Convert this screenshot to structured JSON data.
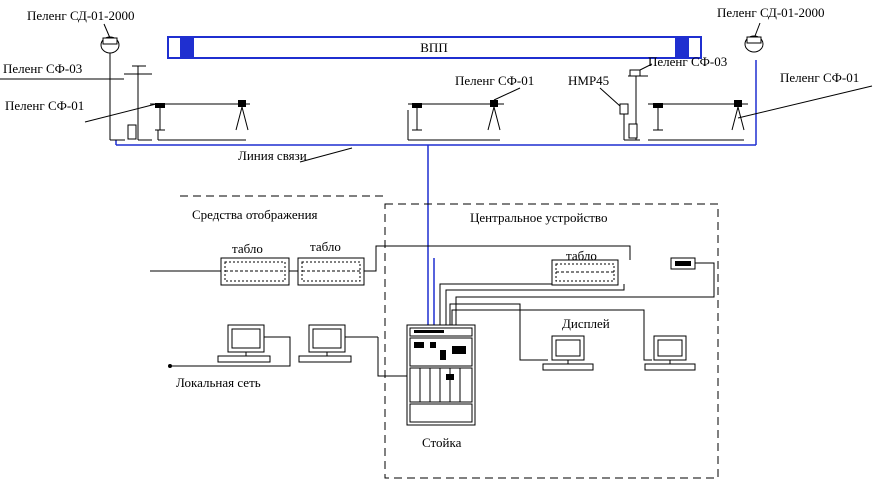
{
  "labels": {
    "runway": "ВПП",
    "sd_left": "Пеленг СД-01-2000",
    "sd_right": "Пеленг СД-01-2000",
    "sf03_left": "Пеленг СФ-03",
    "sf03_right": "Пеленг СФ-03",
    "sf01_left": "Пеленг СФ-01",
    "sf01_mid": "Пеленг СФ-01",
    "sf01_right": "Пеленг СФ-01",
    "nmr": "НМР45",
    "comm_line": "Линия связи",
    "display_means": "Средства отображения",
    "central_unit": "Центральное устройство",
    "tablo_1": "табло",
    "tablo_2": "табло",
    "tablo_3": "табло",
    "display": "Дисплей",
    "lan": "Локальная сеть",
    "rack": "Стойка"
  },
  "colors": {
    "link": "#1f2fd0",
    "runway_end": "#1f2fd0",
    "line": "#000000"
  }
}
